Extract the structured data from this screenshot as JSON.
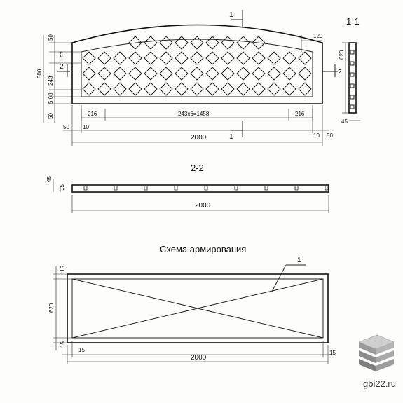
{
  "elevation": {
    "section_label": "1-1",
    "dims": {
      "top_50": "50",
      "top_57": "57",
      "mid_243": "243",
      "left_500": "500",
      "bot_5_68": "5 68",
      "bot_50": "50",
      "width_120": "120",
      "height_620": "620",
      "left_216": "216",
      "right_216": "216",
      "grid": "243x6=1458",
      "left_50": "50",
      "left_10": "10",
      "right_10": "10",
      "right_50": "50",
      "total": "2000",
      "side_45": "45"
    },
    "cut_marks": {
      "one": "1",
      "two": "2"
    }
  },
  "section_2_2": {
    "title": "2-2",
    "dim_45": "45",
    "dim_15": "15",
    "total": "2000"
  },
  "reinforcement": {
    "title": "Схема армирования",
    "callout": "1",
    "height": "620",
    "top_15": "15",
    "bot_15": "15",
    "left_15": "15",
    "right_15": "15",
    "total": "2000"
  },
  "watermark": "gbi22.ru"
}
